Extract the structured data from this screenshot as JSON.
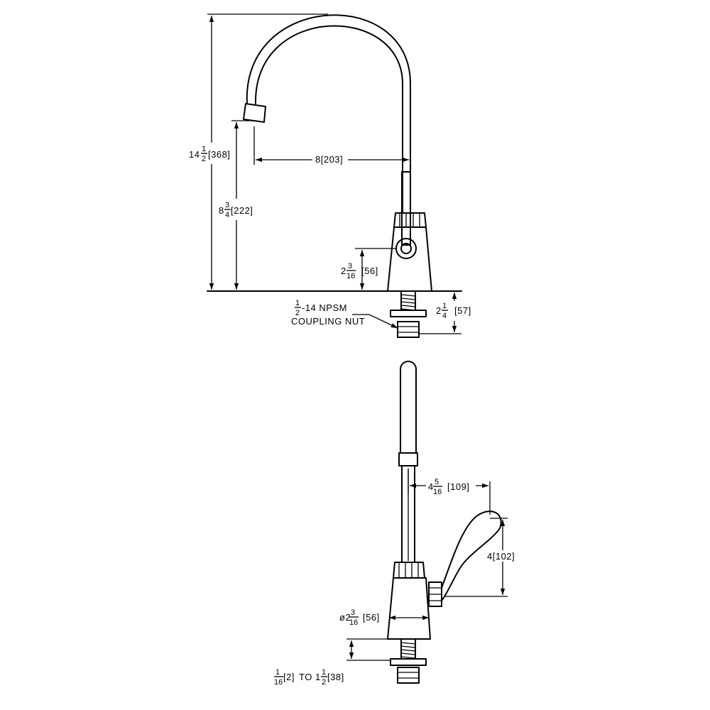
{
  "top_view": {
    "height_total": {
      "whole": "14",
      "num": "1",
      "den": "2",
      "metric": "[368]"
    },
    "height_spout": {
      "whole": "8",
      "num": "3",
      "den": "4",
      "metric": "[222]"
    },
    "reach": {
      "text": "8[203]"
    },
    "handle_height": {
      "whole": "2",
      "num": "3",
      "den": "16",
      "metric": "[56]"
    },
    "shank_length": {
      "whole": "2",
      "num": "1",
      "den": "4",
      "metric": "[57]"
    },
    "coupling_nut": {
      "num": "1",
      "den": "2",
      "line1_rest": "-14 NPSM",
      "line2": "COUPLING NUT"
    }
  },
  "side_view": {
    "handle_reach": {
      "whole": "4",
      "num": "5",
      "den": "16",
      "metric": "[109]"
    },
    "handle_height": {
      "text": "4[102]"
    },
    "body_diameter": {
      "prefix": "ø2",
      "num": "3",
      "den": "16",
      "metric": "[56]"
    },
    "deck_range": {
      "a_num": "1",
      "a_den": "16",
      "a_metric": "[2]",
      "to": "TO",
      "b_whole": "1",
      "b_num": "1",
      "b_den": "2",
      "b_metric": "[38]"
    }
  }
}
